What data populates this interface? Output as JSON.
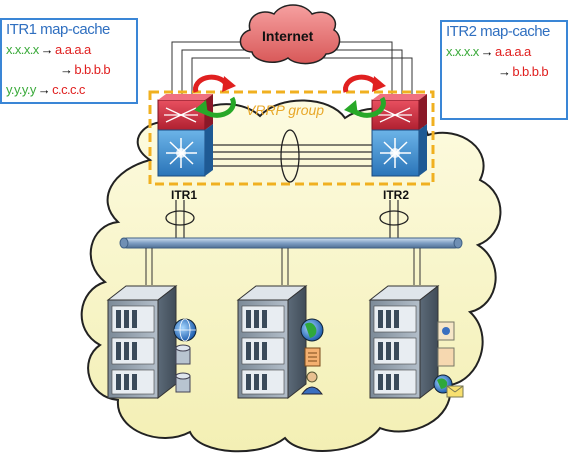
{
  "internet": {
    "label": "Internet"
  },
  "vrrp": {
    "label": "VRRP group"
  },
  "routers": [
    {
      "label": "ITR1"
    },
    {
      "label": "ITR2"
    }
  ],
  "itr1_cache": {
    "title": "ITR1 map-cache",
    "rows": [
      {
        "eid": "x.x.x.x",
        "rloc": "a.a.a.a"
      },
      {
        "eid": "",
        "rloc": "b.b.b.b"
      },
      {
        "eid": "y.y.y.y",
        "rloc": "c.c.c.c"
      }
    ]
  },
  "itr2_cache": {
    "title": "ITR2 map-cache",
    "rows": [
      {
        "eid": "x.x.x.x",
        "rloc": "a.a.a.a"
      },
      {
        "eid": "",
        "rloc": "b.b.b.b"
      }
    ]
  },
  "arrow_glyph": "→",
  "colors": {
    "eid": "#3aaa3a",
    "rloc": "#e02020",
    "title": "#2f6fc0",
    "vrrp": "#e8a82a",
    "internet_cloud": "#e06060",
    "bus": "#8aa8c8"
  },
  "servers": [
    {
      "icons": [
        "globe-icon",
        "database-icon",
        "database-icon"
      ]
    },
    {
      "icons": [
        "globe-icon",
        "document-icon",
        "user-icon"
      ]
    },
    {
      "icons": [
        "app-icon",
        "document-icon",
        "globe-mail-icon"
      ]
    }
  ]
}
